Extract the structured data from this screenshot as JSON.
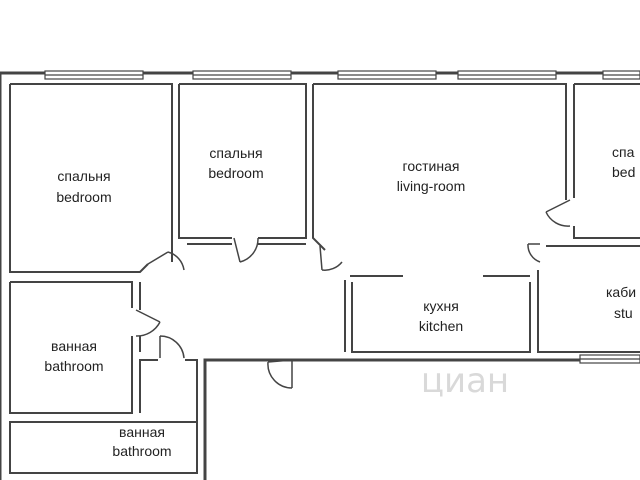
{
  "colors": {
    "wall": "#444444",
    "window_fill": "#ffffff",
    "room_fill": "#ffffff",
    "watermark": "#d9d9d9",
    "text": "#222222"
  },
  "rooms": [
    {
      "id": "bedroom-1",
      "line1": "спальня",
      "line2": "bedroom"
    },
    {
      "id": "bedroom-2",
      "line1": "спальня",
      "line2": "bedroom"
    },
    {
      "id": "living-room",
      "line1": "гостиная",
      "line2": "living-room"
    },
    {
      "id": "bedroom-3",
      "line1": "спа",
      "line2": "bed"
    },
    {
      "id": "kitchen",
      "line1": "кухня",
      "line2": "kitchen"
    },
    {
      "id": "study",
      "line1": "каби",
      "line2": "stu"
    },
    {
      "id": "bathroom-1",
      "line1": "ванная",
      "line2": "bathroom"
    },
    {
      "id": "bathroom-2",
      "line1": "ванная",
      "line2": "bathroom"
    }
  ],
  "watermark": "циан"
}
